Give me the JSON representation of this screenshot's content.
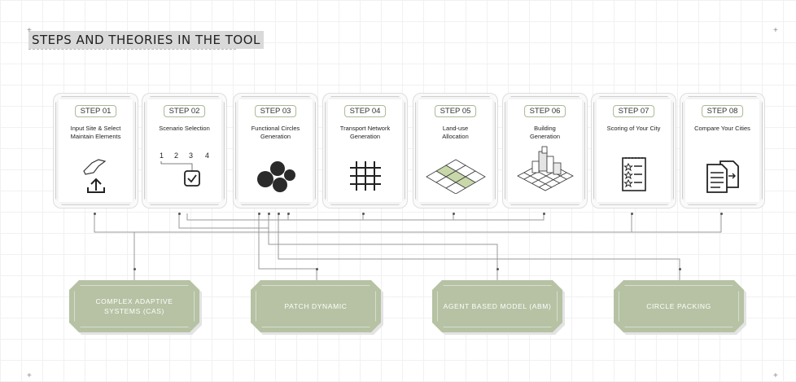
{
  "title": "STEPS AND THEORIES IN THE TOOL",
  "colors": {
    "accent_green": "#b6c2a3",
    "badge_border": "#a9ba95",
    "line": "#9a9a9a"
  },
  "steps": [
    {
      "badge": "STEP 01",
      "label": "Input Site & Select\nMaintain Elements",
      "icon": "upload-map-icon"
    },
    {
      "badge": "STEP 02",
      "label": "Scenario Selection",
      "icon": "scenario-checkbox-icon",
      "scenario_numbers": [
        "1",
        "2",
        "3",
        "4"
      ]
    },
    {
      "badge": "STEP 03",
      "label": "Functional Circles\nGeneration",
      "icon": "circles-icon"
    },
    {
      "badge": "STEP 04",
      "label": "Transport Network\nGeneration",
      "icon": "grid-network-icon"
    },
    {
      "badge": "STEP 05",
      "label": "Land-use\nAllocation",
      "icon": "land-use-tiles-icon"
    },
    {
      "badge": "STEP 06",
      "label": "Building\nGeneration",
      "icon": "buildings-icon"
    },
    {
      "badge": "STEP 07",
      "label": "Scoring of Your City",
      "icon": "score-list-icon"
    },
    {
      "badge": "STEP 08",
      "label": "Compare Your Cities",
      "icon": "compare-documents-icon"
    }
  ],
  "theories": [
    {
      "label": "COMPLEX ADAPTIVE\nSYSTEMS (CAS)"
    },
    {
      "label": "PATCH DYNAMIC"
    },
    {
      "label": "AGENT BASED MODEL (ABM)"
    },
    {
      "label": "CIRCLE PACKING"
    }
  ]
}
